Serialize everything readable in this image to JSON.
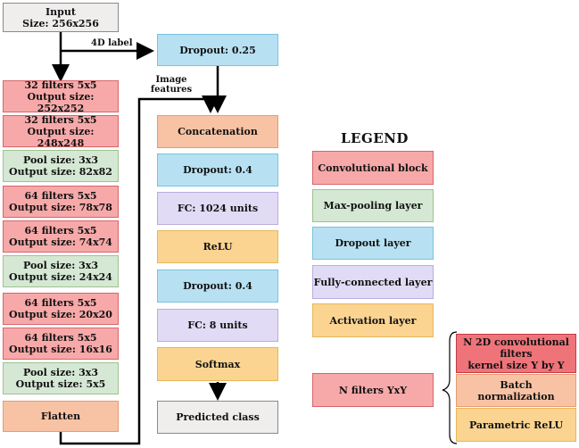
{
  "input": {
    "line1": "Input",
    "line2": "Size: 256x256"
  },
  "label_4d": "4D label",
  "label_image": {
    "line1": "Image",
    "line2": "features"
  },
  "left_column": [
    {
      "type": "conv",
      "line1": "32 filters 5x5",
      "line2": "Output size: 252x252"
    },
    {
      "type": "conv",
      "line1": "32 filters 5x5",
      "line2": "Output size: 248x248"
    },
    {
      "type": "pool",
      "line1": "Pool size: 3x3",
      "line2": "Output size: 82x82"
    },
    {
      "type": "conv",
      "line1": "64 filters 5x5",
      "line2": "Output size: 78x78"
    },
    {
      "type": "conv",
      "line1": "64 filters 5x5",
      "line2": "Output size: 74x74"
    },
    {
      "type": "pool",
      "line1": "Pool size: 3x3",
      "line2": "Output size: 24x24"
    },
    {
      "type": "conv",
      "line1": "64 filters 5x5",
      "line2": "Output size: 20x20"
    },
    {
      "type": "conv",
      "line1": "64 filters 5x5",
      "line2": "Output size: 16x16"
    },
    {
      "type": "pool",
      "line1": "Pool size: 3x3",
      "line2": "Output size: 5x5"
    },
    {
      "type": "bn",
      "line1": "Flatten"
    }
  ],
  "middle_column": [
    {
      "type": "drop",
      "label": "Dropout: 0.25"
    },
    {
      "type": "bn",
      "label": "Concatenation"
    },
    {
      "type": "drop",
      "label": "Dropout: 0.4"
    },
    {
      "type": "fc",
      "label": "FC: 1024 units"
    },
    {
      "type": "act",
      "label": "ReLU"
    },
    {
      "type": "drop",
      "label": "Dropout: 0.4"
    },
    {
      "type": "fc",
      "label": "FC: 8 units"
    },
    {
      "type": "act",
      "label": "Softmax"
    },
    {
      "type": "gray",
      "label": "Predicted class"
    }
  ],
  "legend": {
    "title": "LEGEND",
    "items": [
      {
        "type": "conv",
        "label": "Convolutional block"
      },
      {
        "type": "pool",
        "label": "Max-pooling layer"
      },
      {
        "type": "drop",
        "label": "Dropout layer"
      },
      {
        "type": "fc",
        "label": "Fully-connected layer"
      },
      {
        "type": "act",
        "label": "Activation layer"
      }
    ],
    "block_label": "N filters YxY",
    "block_parts": [
      {
        "type": "convdark",
        "line1": "N 2D convolutional",
        "line2": "filters",
        "line3": "kernel size Y by Y"
      },
      {
        "type": "bn",
        "line1": "Batch",
        "line2": "normalization"
      },
      {
        "type": "act",
        "line1": "Parametric ReLU"
      }
    ]
  },
  "colors": {
    "conv": "#f7a9a9",
    "pool": "#d5e8d4",
    "dropout": "#b7e1f2",
    "fc": "#e2dbf5",
    "activation": "#fbd492",
    "batchnorm": "#f8c3a4",
    "gray": "#f0eded"
  }
}
